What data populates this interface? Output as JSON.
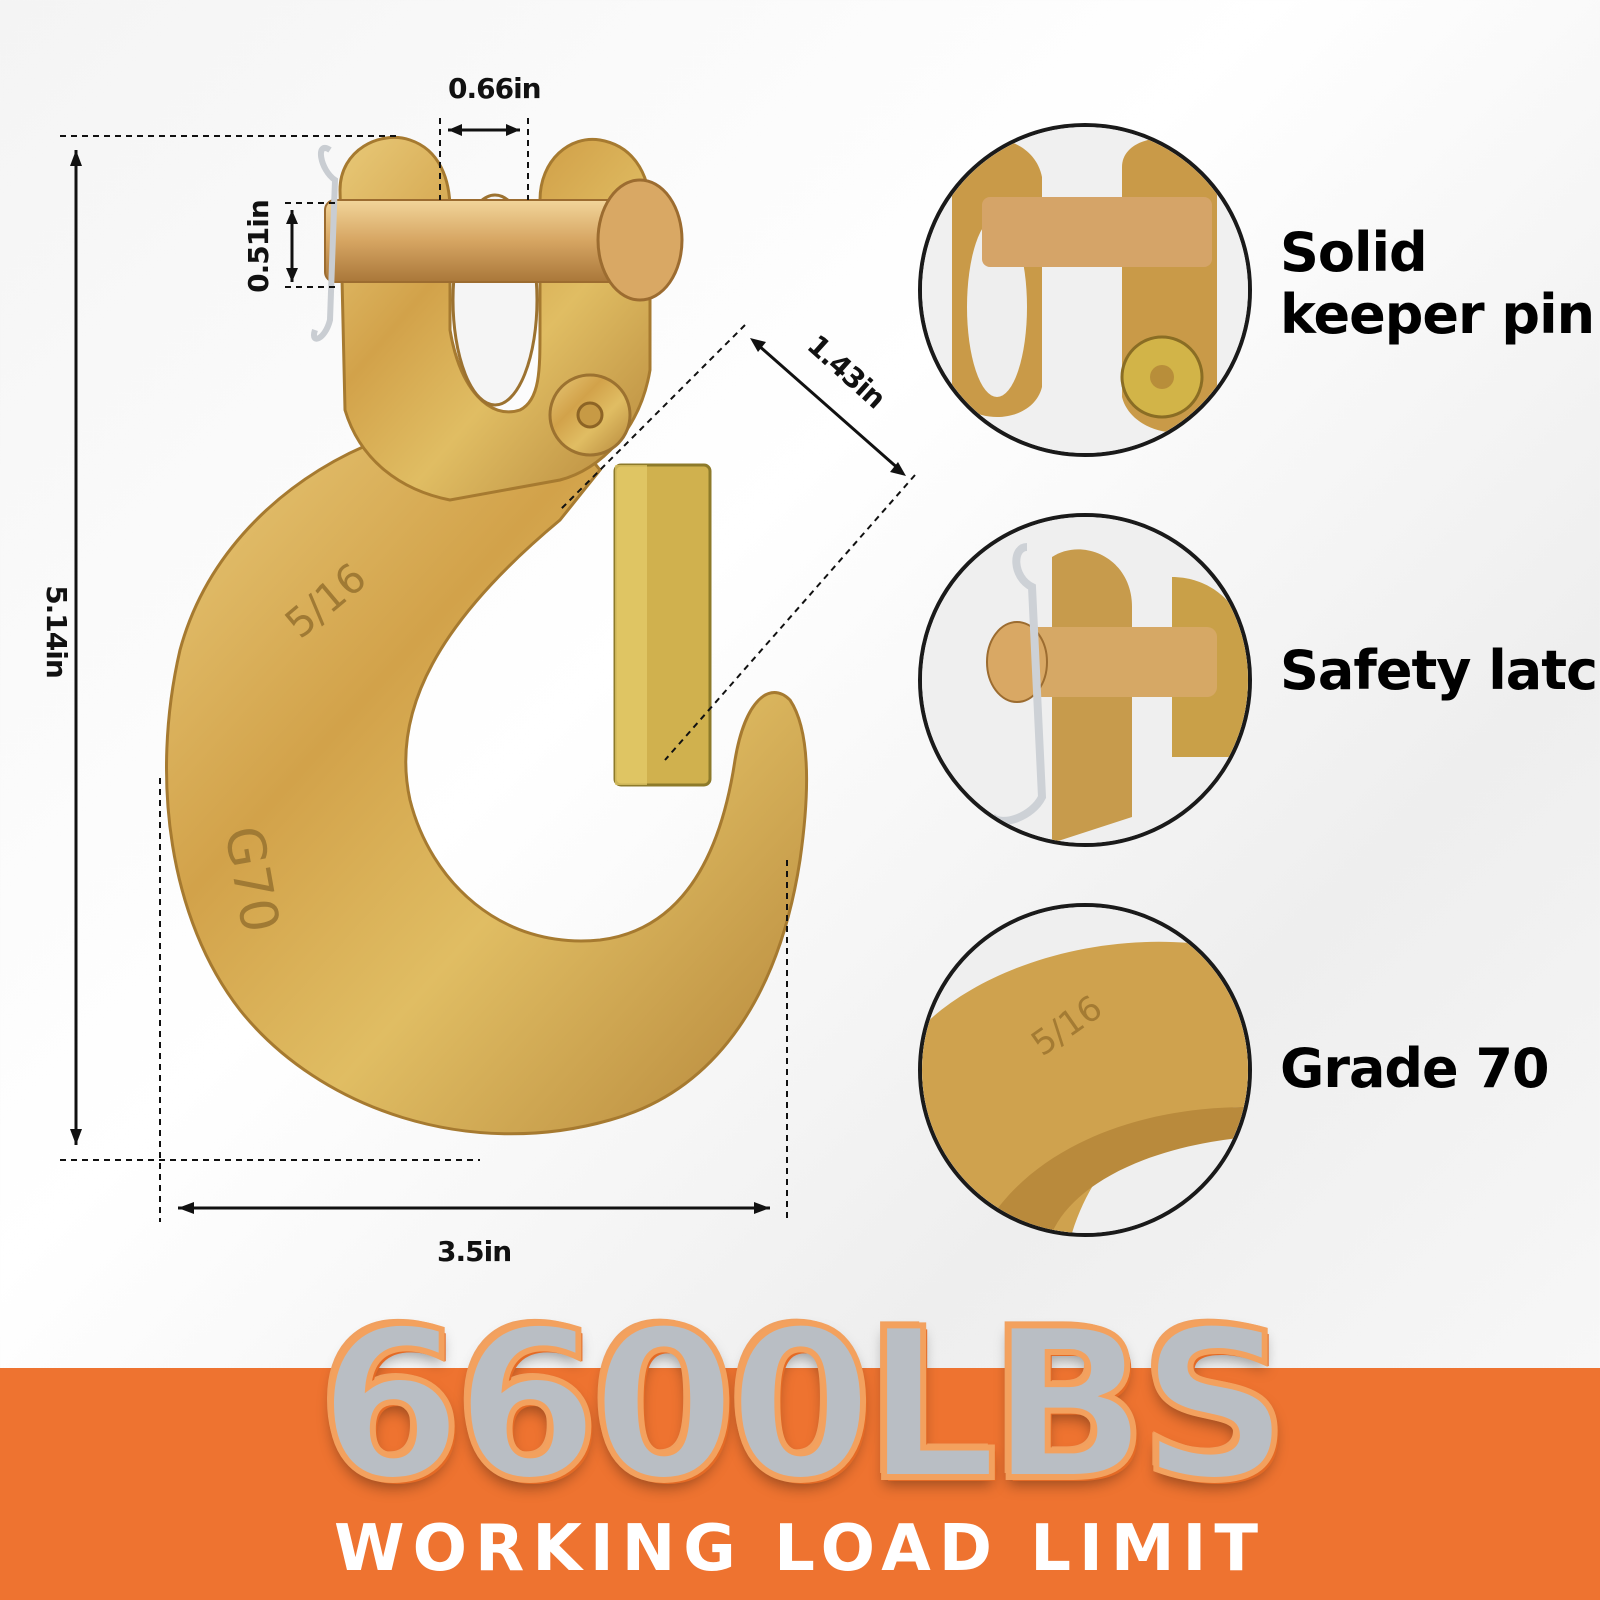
{
  "dimensions": {
    "pin_gap": "0.66in",
    "pin_diameter": "0.51in",
    "opening": "1.43in",
    "height": "5.14in",
    "width": "3.5in"
  },
  "features": [
    {
      "label_line1": "Solid",
      "label_line2": "keeper pin"
    },
    {
      "label_line1": "Safety latch",
      "label_line2": ""
    },
    {
      "label_line1": "Grade 70",
      "label_line2": ""
    }
  ],
  "hook_markings": {
    "grade": "G70",
    "size": "5/16"
  },
  "rating": {
    "value": "6600LBS",
    "caption": "WORKING LOAD LIMIT"
  },
  "colors": {
    "banner": "#ee7330",
    "metal_gold": "#d9b24e",
    "metal_shade": "#b88a3a"
  }
}
